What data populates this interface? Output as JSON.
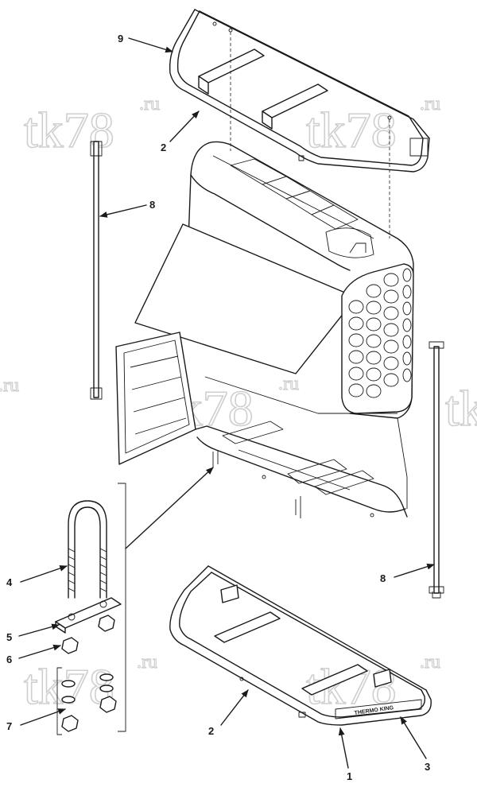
{
  "watermark": {
    "main": "tk78",
    "suffix": ".ru"
  },
  "brand_label": "THERMO KING",
  "callouts": {
    "c1": "1",
    "c2_top": "2",
    "c2_bottom": "2",
    "c3": "3",
    "c4": "4",
    "c5": "5",
    "c6": "6",
    "c7": "7",
    "c8_left": "8",
    "c8_right": "8",
    "c9": "9"
  }
}
